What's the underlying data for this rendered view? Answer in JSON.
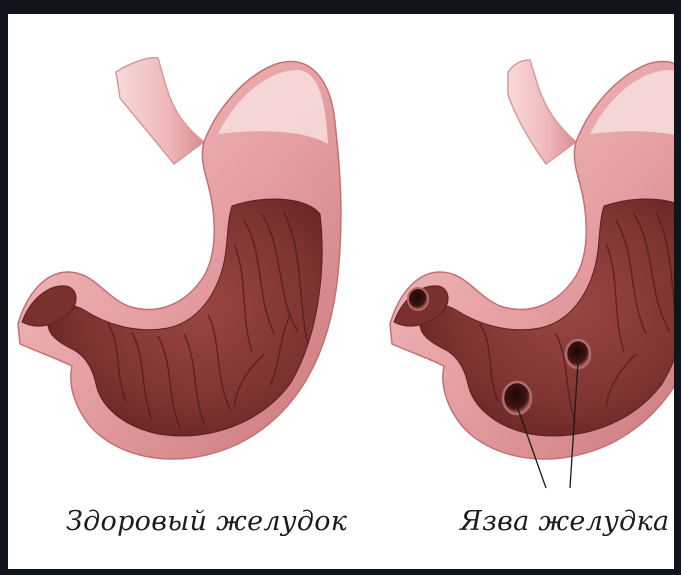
{
  "panels": {
    "healthy": {
      "caption": "Здоровый желудок"
    },
    "ulcer": {
      "caption": "Язва желудка"
    }
  },
  "colors": {
    "background_frame": "#10141c",
    "canvas": "#ffffff",
    "stomach_outer": "#e8a4a6",
    "stomach_shadow": "#c97779",
    "stomach_highlight": "#f6d6d6",
    "lining_dark": "#6e2a28",
    "lining_mid": "#8e3d3a",
    "fold_line": "#5a201f",
    "ulcer_pit": "#3a1110",
    "pointer_line": "#1c1c1c"
  },
  "icons": [
    "healthy-stomach-illustration",
    "ulcer-stomach-illustration"
  ]
}
